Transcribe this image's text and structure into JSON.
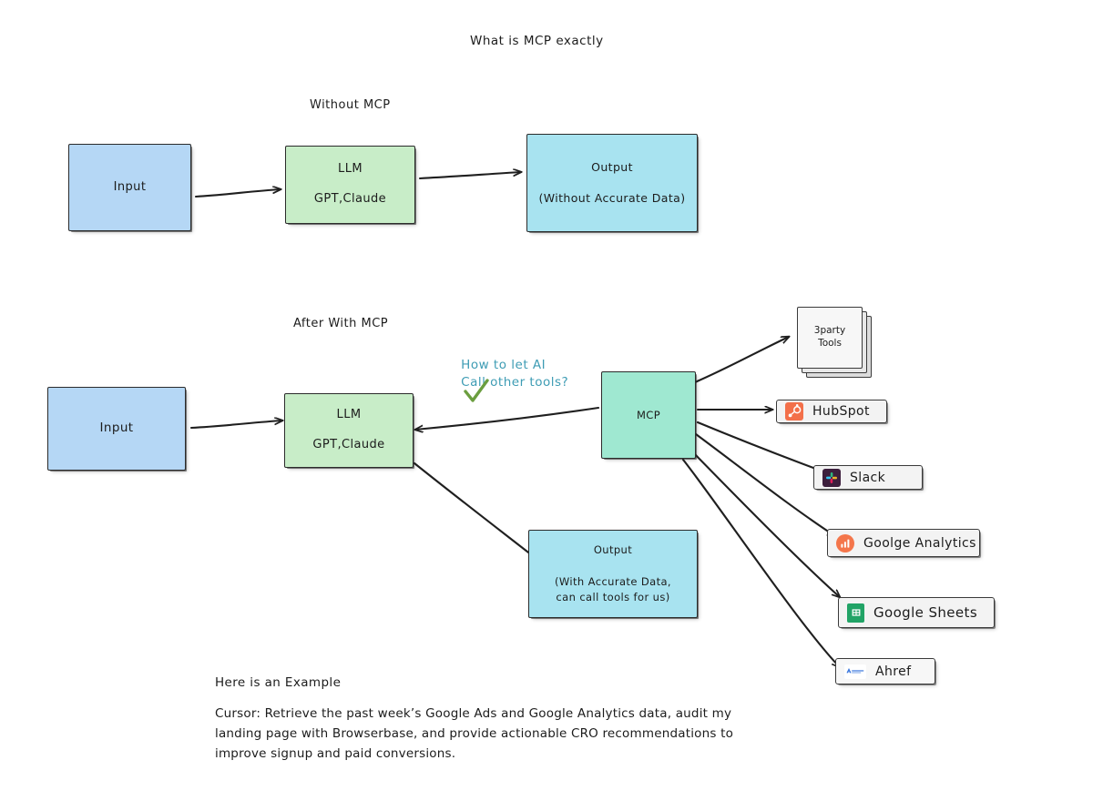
{
  "page": {
    "title": "What is MCP exactly",
    "background": "#ffffff"
  },
  "colors": {
    "input_blue": "#b5d7f5",
    "llm_green": "#c8edc8",
    "output_cyan": "#a8e3f0",
    "mcp_mint": "#9fe8d1",
    "ask_teal": "#3e9cb4",
    "check_green": "#6b9e3f",
    "stroke": "#2b2b2b",
    "hubspot_orange": "#f3704a",
    "slack_purple": "#3d1f3d",
    "analytics_orange": "#f4764b",
    "sheets_green": "#21a366"
  },
  "section_without": {
    "caption": "Without MCP",
    "input": {
      "label": "Input"
    },
    "llm": {
      "line1": "LLM",
      "line2": "GPT,Claude"
    },
    "output": {
      "line1": "Output",
      "line2": "(Without Accurate Data)"
    }
  },
  "section_with": {
    "caption": "After With MCP",
    "ask": {
      "line1": "How to let AI",
      "line2": "Call other tools?"
    },
    "check_mark": "✓",
    "input": {
      "label": "Input"
    },
    "llm": {
      "line1": "LLM",
      "line2": "GPT,Claude"
    },
    "mcp": {
      "label": "MCP"
    },
    "output": {
      "line1": "Output",
      "line2": "(With Accurate Data,",
      "line3": "can call tools for us)"
    },
    "tools": [
      {
        "name": "3party-tools",
        "label": "3party\nTools",
        "icon": "stacked-cards-icon"
      },
      {
        "name": "hubspot",
        "label": "HubSpot",
        "icon": "hubspot-icon"
      },
      {
        "name": "slack",
        "label": "Slack",
        "icon": "slack-icon"
      },
      {
        "name": "google-analytics",
        "label": "Goolge Analytics",
        "icon": "google-analytics-icon"
      },
      {
        "name": "google-sheets",
        "label": "Google Sheets",
        "icon": "google-sheets-icon"
      },
      {
        "name": "ahrefs",
        "label": "Ahref",
        "icon": "ahrefs-icon"
      }
    ]
  },
  "example": {
    "heading": "Here is an Example",
    "body": "Cursor: Retrieve the past week’s Google Ads and Google Analytics data, audit my landing page with Browserbase, and provide actionable CRO recommendations to improve signup and paid conversions."
  }
}
